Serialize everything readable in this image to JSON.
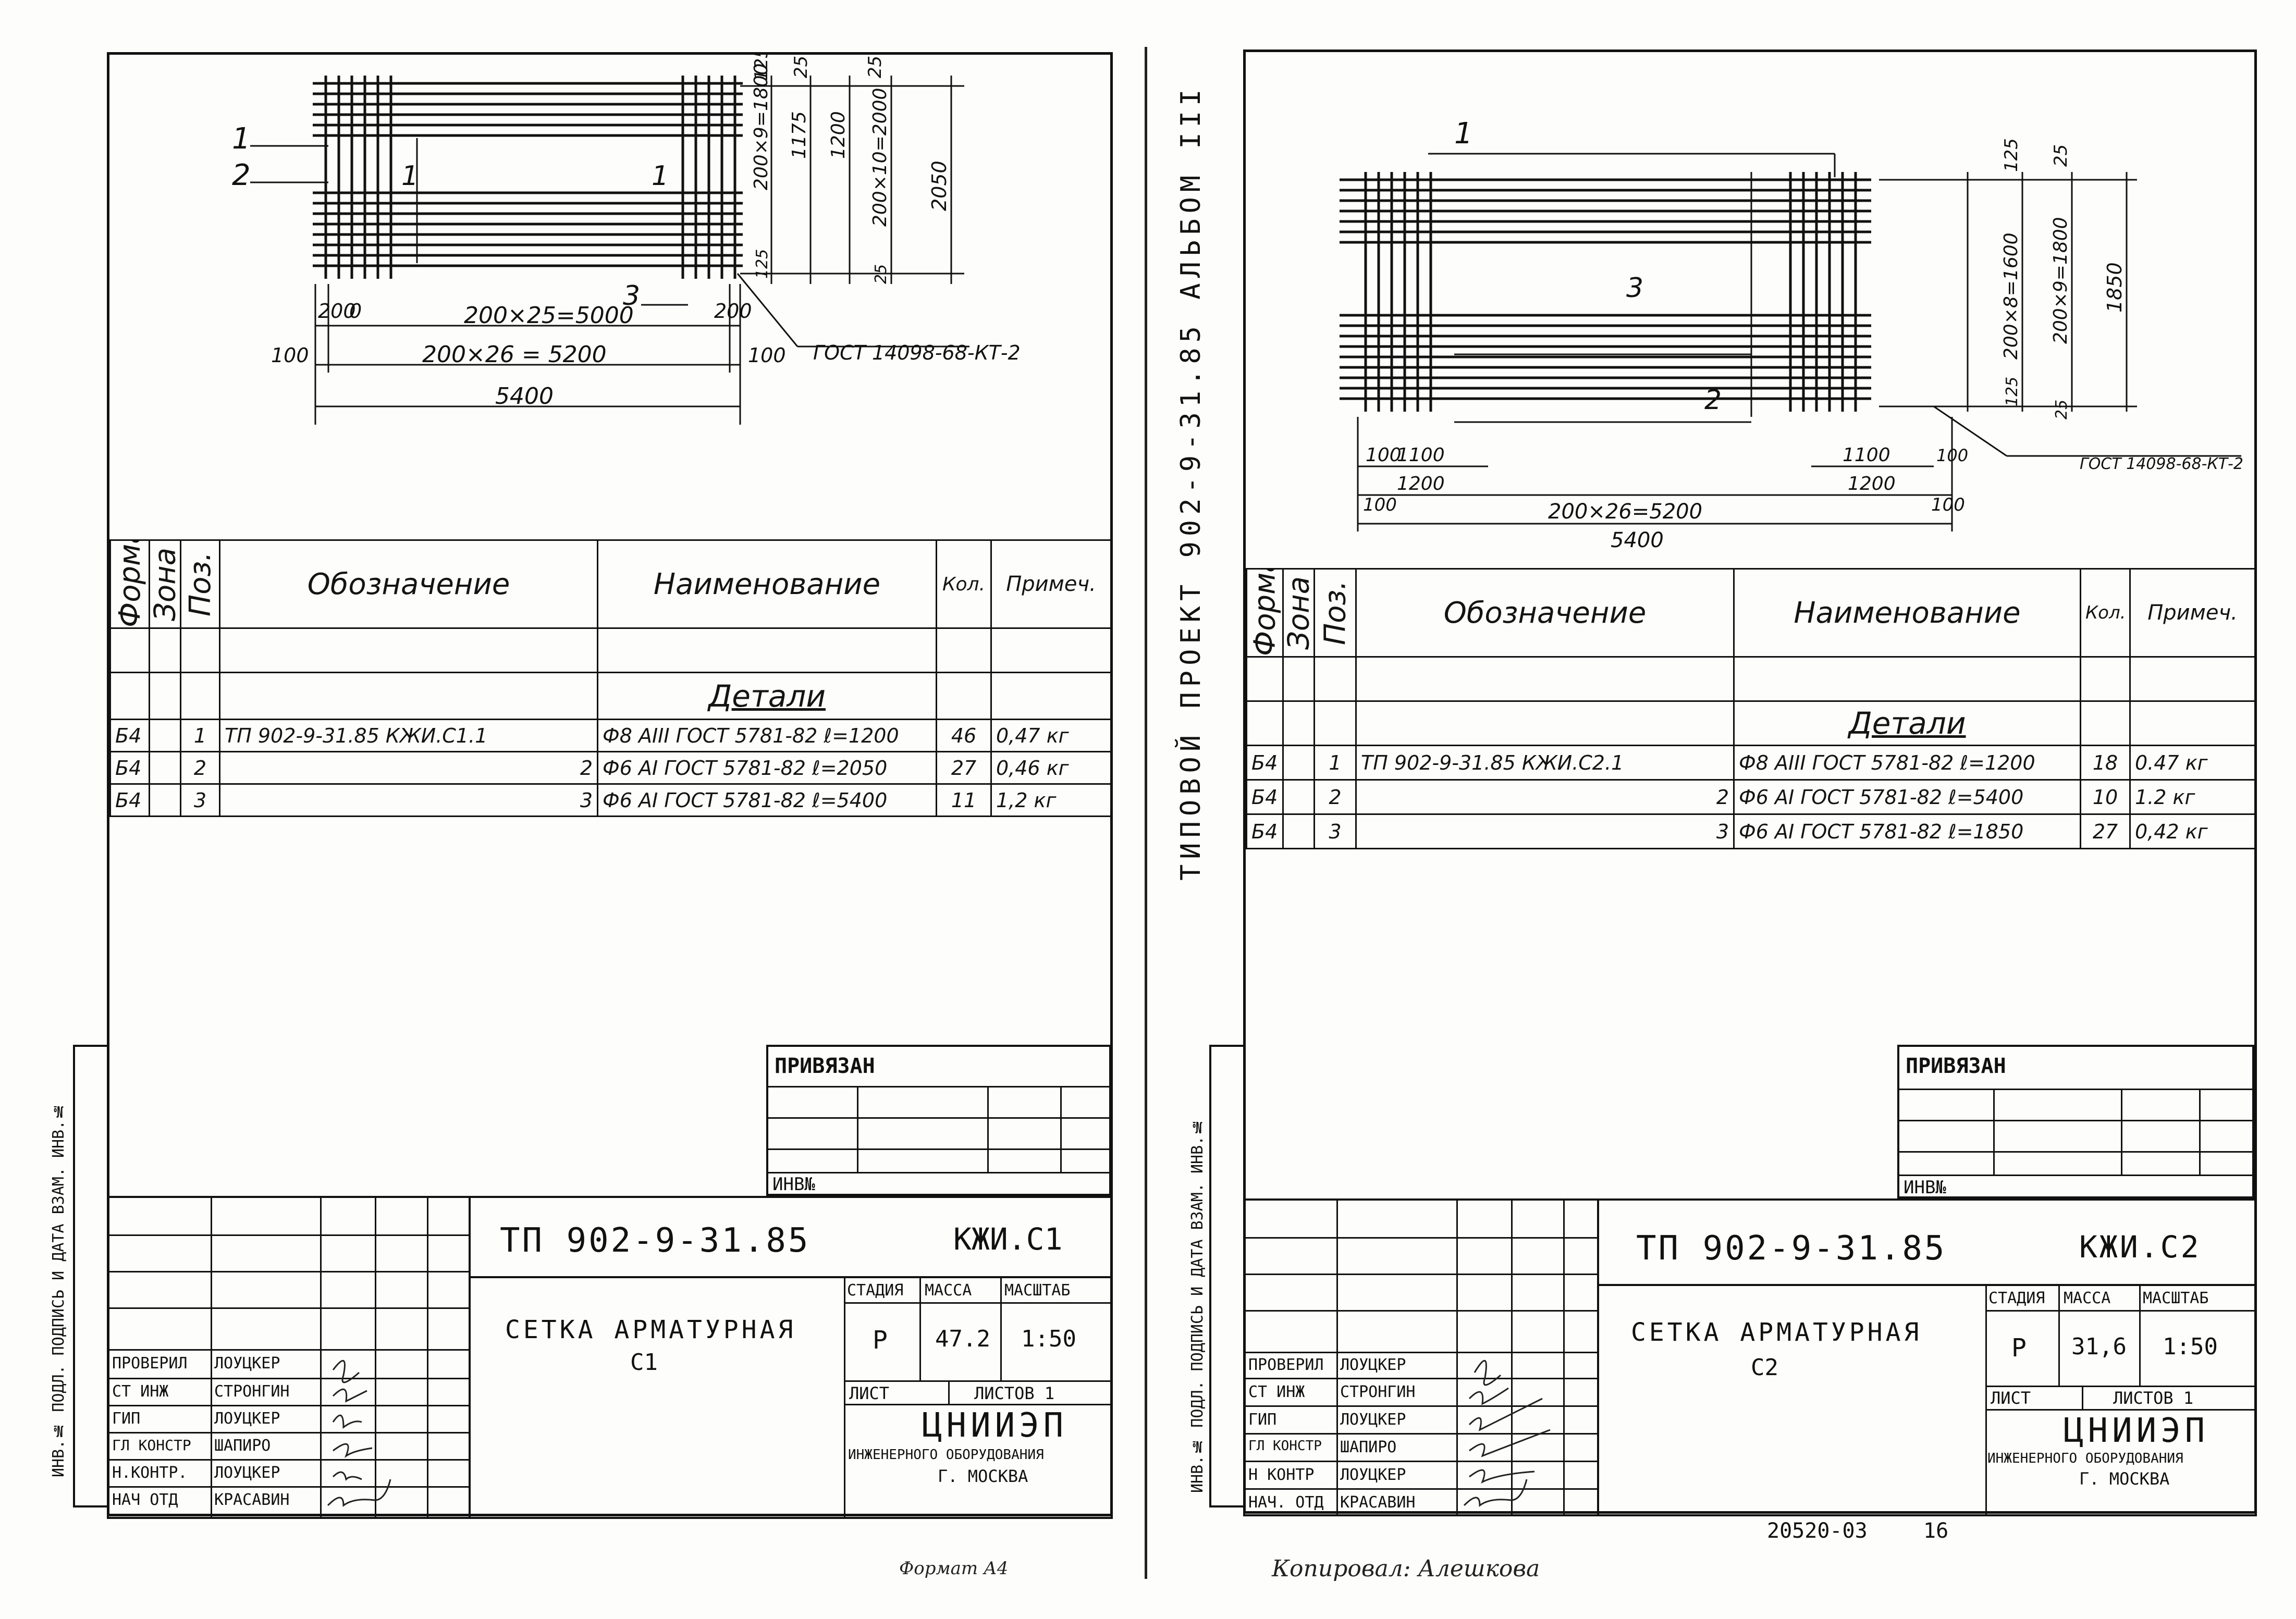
{
  "left": {
    "dims": {
      "d200x25": "200×25=5000",
      "d200x26": "200×26 = 5200",
      "d5400": "5400",
      "d100a": "100",
      "d100b": "100",
      "d200a": "200",
      "d200b": "200",
      "d0": "0",
      "gost": "ГОСТ 14098-68-КТ-2",
      "v125": "125",
      "v25a": "25",
      "v25b": "25",
      "v200x9": "200×9=1800",
      "v1175": "1175",
      "v1200": "1200",
      "v200x10": "200×10=2000",
      "v2050": "2050",
      "v125b": "125",
      "v25c": "25",
      "pos1": "1",
      "pos2": "2",
      "pos3": "3",
      "pos1b": "1",
      "pos1c": "1"
    },
    "spec": {
      "h_format": "Формат",
      "h_zone": "Зона",
      "h_pos": "Поз.",
      "h_designation": "Обозначение",
      "h_name": "Наименование",
      "h_qty": "Кол.",
      "h_note": "Примеч.",
      "section": "Детали",
      "rows": [
        {
          "format": "Б4",
          "pos": "1",
          "designation": "ТП 902-9-31.85 КЖИ.С1.1",
          "name": "Ф8 АIII ГОСТ 5781-82 ℓ=1200",
          "qty": "46",
          "note": "0,47 кг"
        },
        {
          "format": "Б4",
          "pos": "2",
          "designation": "2",
          "name": "Ф6 АI ГОСТ 5781-82 ℓ=2050",
          "qty": "27",
          "note": "0,46 кг"
        },
        {
          "format": "Б4",
          "pos": "3",
          "designation": "3",
          "name": "Ф6 АI ГОСТ 5781-82 ℓ=5400",
          "qty": "11",
          "note": "1,2 кг"
        }
      ]
    },
    "title": {
      "privyazan": "ПРИВЯЗАН",
      "inv": "ИНВ№",
      "code": "ТП 902-9-31.85",
      "mark": "КЖИ.С1",
      "name1": "СЕТКА АРМАТУРНАЯ",
      "name2": "С1",
      "stage_h": "СТАДИЯ",
      "mass_h": "МАССА",
      "scale_h": "МАСШТАБ",
      "stage": "Р",
      "mass": "47.2",
      "scale": "1:50",
      "sheet": "ЛИСТ",
      "sheets": "ЛИСТОВ 1",
      "org1": "ЦНИИЭП",
      "org2": "ИНЖЕНЕРНОГО ОБОРУДОВАНИЯ",
      "org3": "Г. МОСКВА",
      "roles": [
        {
          "role": "ПРОВЕРИЛ",
          "name": "ЛОУЦКЕР"
        },
        {
          "role": "СТ ИНЖ",
          "name": "СТРОНГИН"
        },
        {
          "role": "ГИП",
          "name": "ЛОУЦКЕР"
        },
        {
          "role": "ГЛ КОНСТР",
          "name": "ШАПИРО"
        },
        {
          "role": "Н.КОНТР.",
          "name": "ЛОУЦКЕР"
        },
        {
          "role": "НАЧ ОТД",
          "name": "КРАСАВИН"
        }
      ],
      "side_stamp": "ИНВ.№ ПОДЛ. ПОДПИСЬ И ДАТА ВЗАМ. ИНВ.№"
    }
  },
  "right": {
    "album": "ТИПОВОЙ ПРОЕКТ 902-9-31.85 АЛЬБОМ III",
    "dims": {
      "d1100a": "1100",
      "d1100b": "1100",
      "d1200a": "1200",
      "d1200b": "1200",
      "d100a": "100",
      "d100b": "100",
      "d100c": "100",
      "d100d": "100",
      "d200x26": "200×26=5200",
      "d5400": "5400",
      "gost": "ГОСТ 14098-68-КТ-2",
      "v125": "125",
      "v25a": "25",
      "v200x8": "200×8=1600",
      "v200x9": "200×9=1800",
      "v1850": "1850",
      "v125b": "125",
      "v25b": "25",
      "pos1": "1",
      "pos2": "2",
      "pos3": "3"
    },
    "spec": {
      "h_format": "Формат",
      "h_zone": "Зона",
      "h_pos": "Поз.",
      "h_designation": "Обозначение",
      "h_name": "Наименование",
      "h_qty": "Кол.",
      "h_note": "Примеч.",
      "section": "Детали",
      "rows": [
        {
          "format": "Б4",
          "pos": "1",
          "designation": "ТП 902-9-31.85 КЖИ.С2.1",
          "name": "Ф8 АIII ГОСТ 5781-82 ℓ=1200",
          "qty": "18",
          "note": "0.47 кг"
        },
        {
          "format": "Б4",
          "pos": "2",
          "designation": "2",
          "name": "Ф6 АI ГОСТ 5781-82 ℓ=5400",
          "qty": "10",
          "note": "1.2 кг"
        },
        {
          "format": "Б4",
          "pos": "3",
          "designation": "3",
          "name": "Ф6 АI ГОСТ 5781-82 ℓ=1850",
          "qty": "27",
          "note": "0,42 кг"
        }
      ]
    },
    "title": {
      "privyazan": "ПРИВЯЗАН",
      "inv": "ИНВ№",
      "code": "ТП 902-9-31.85",
      "mark": "КЖИ.С2",
      "name1": "СЕТКА АРМАТУРНАЯ",
      "name2": "С2",
      "stage_h": "СТАДИЯ",
      "mass_h": "МАССА",
      "scale_h": "МАСШТАБ",
      "stage": "Р",
      "mass": "31,6",
      "scale": "1:50",
      "sheet": "ЛИСТ",
      "sheets": "ЛИСТОВ 1",
      "org1": "ЦНИИЭП",
      "org2": "ИНЖЕНЕРНОГО ОБОРУДОВАНИЯ",
      "org3": "Г. МОСКВА",
      "roles": [
        {
          "role": "ПРОВЕРИЛ",
          "name": "ЛОУЦКЕР"
        },
        {
          "role": "СТ ИНЖ",
          "name": "СТРОНГИН"
        },
        {
          "role": "ГИП",
          "name": "ЛОУЦКЕР"
        },
        {
          "role": "ГЛ КОНСТР",
          "name": "ШАПИРО"
        },
        {
          "role": "Н КОНТР",
          "name": "ЛОУЦКЕР"
        },
        {
          "role": "НАЧ. ОТД",
          "name": "КРАСАВИН"
        }
      ],
      "side_stamp": "ИНВ.№ ПОДЛ. ПОДПИСЬ И ДАТА ВЗАМ. ИНВ.№"
    },
    "bottom_code": "20520-03",
    "bottom_page": "16",
    "copied": "Копировал: Алешкова"
  },
  "footer_left": "Формат А4"
}
